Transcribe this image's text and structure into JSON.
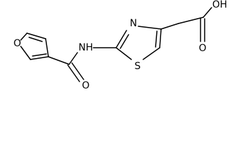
{
  "structure": {
    "atoms": {
      "furan_oxygen": "O",
      "amide_nh": "NH",
      "carbonyl_oxygen": "O",
      "thiazole_nitrogen": "N",
      "thiazole_sulfur": "S",
      "acid_oxygen": "O",
      "acid_hydroxyl": "OH"
    }
  },
  "colors": {
    "bond": "#000000",
    "label": "#000000",
    "background": "#ffffff"
  }
}
